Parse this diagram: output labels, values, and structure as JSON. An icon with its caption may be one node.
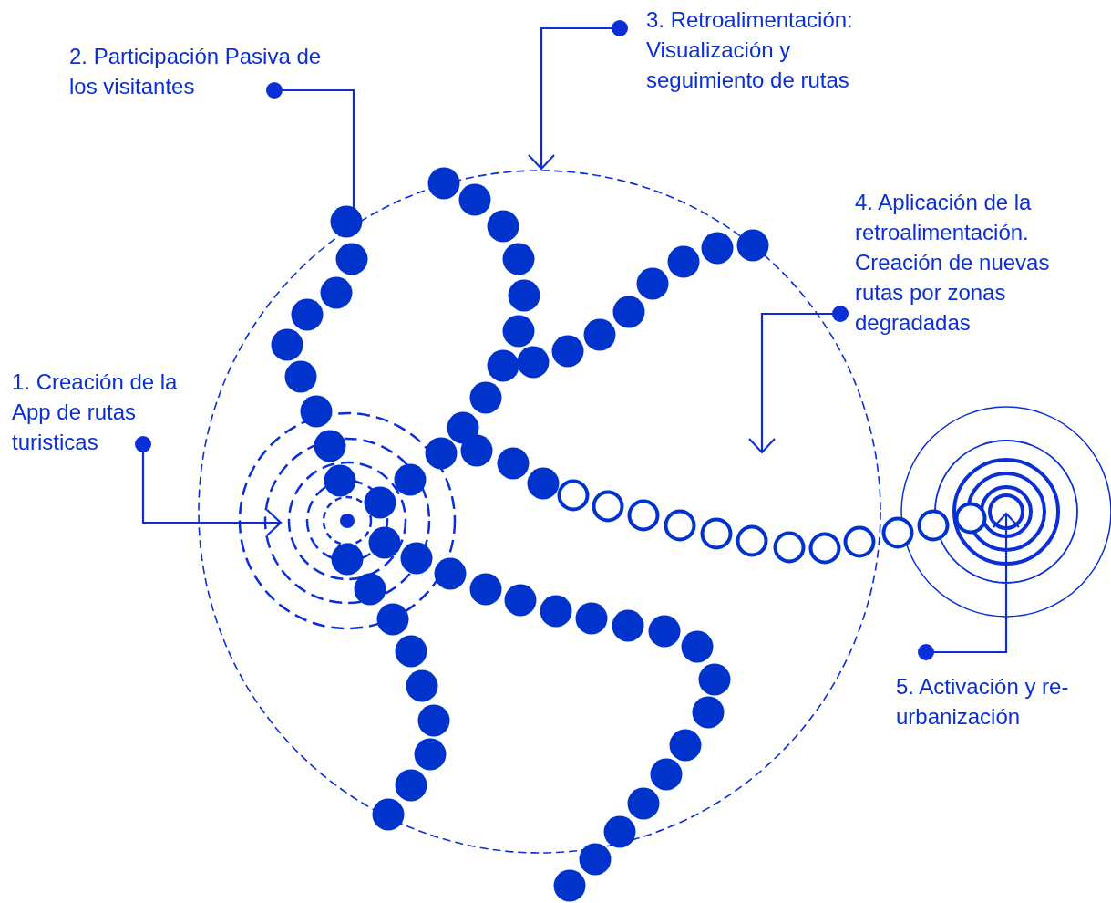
{
  "diagram": {
    "nodes": [
      {
        "text": [
          "1. Creación de la App de rutas turisticas"
        ]
      },
      {
        "text": [
          "2. Participación Pasiva de los visitantes"
        ]
      },
      {
        "text": [
          "3. Retroalimentación: Visualización y seguimiento de rutas"
        ]
      },
      {
        "text": [
          "4. Aplicación de la retroalimentación. Creación de nuevas rutas por zonas degradadas"
        ]
      },
      {
        "text": [
          "5. Activación y re-urbanización"
        ]
      }
    ],
    "edges": [
      {
        "from": 0,
        "to": null,
        "arrow": "to"
      },
      {
        "from": 1,
        "to": null,
        "arrow": "other"
      },
      {
        "from": 2,
        "to": null,
        "arrow": "to"
      },
      {
        "from": 3,
        "to": null,
        "arrow": "to"
      },
      {
        "from": 4,
        "to": null,
        "arrow": "to"
      }
    ]
  }
}
